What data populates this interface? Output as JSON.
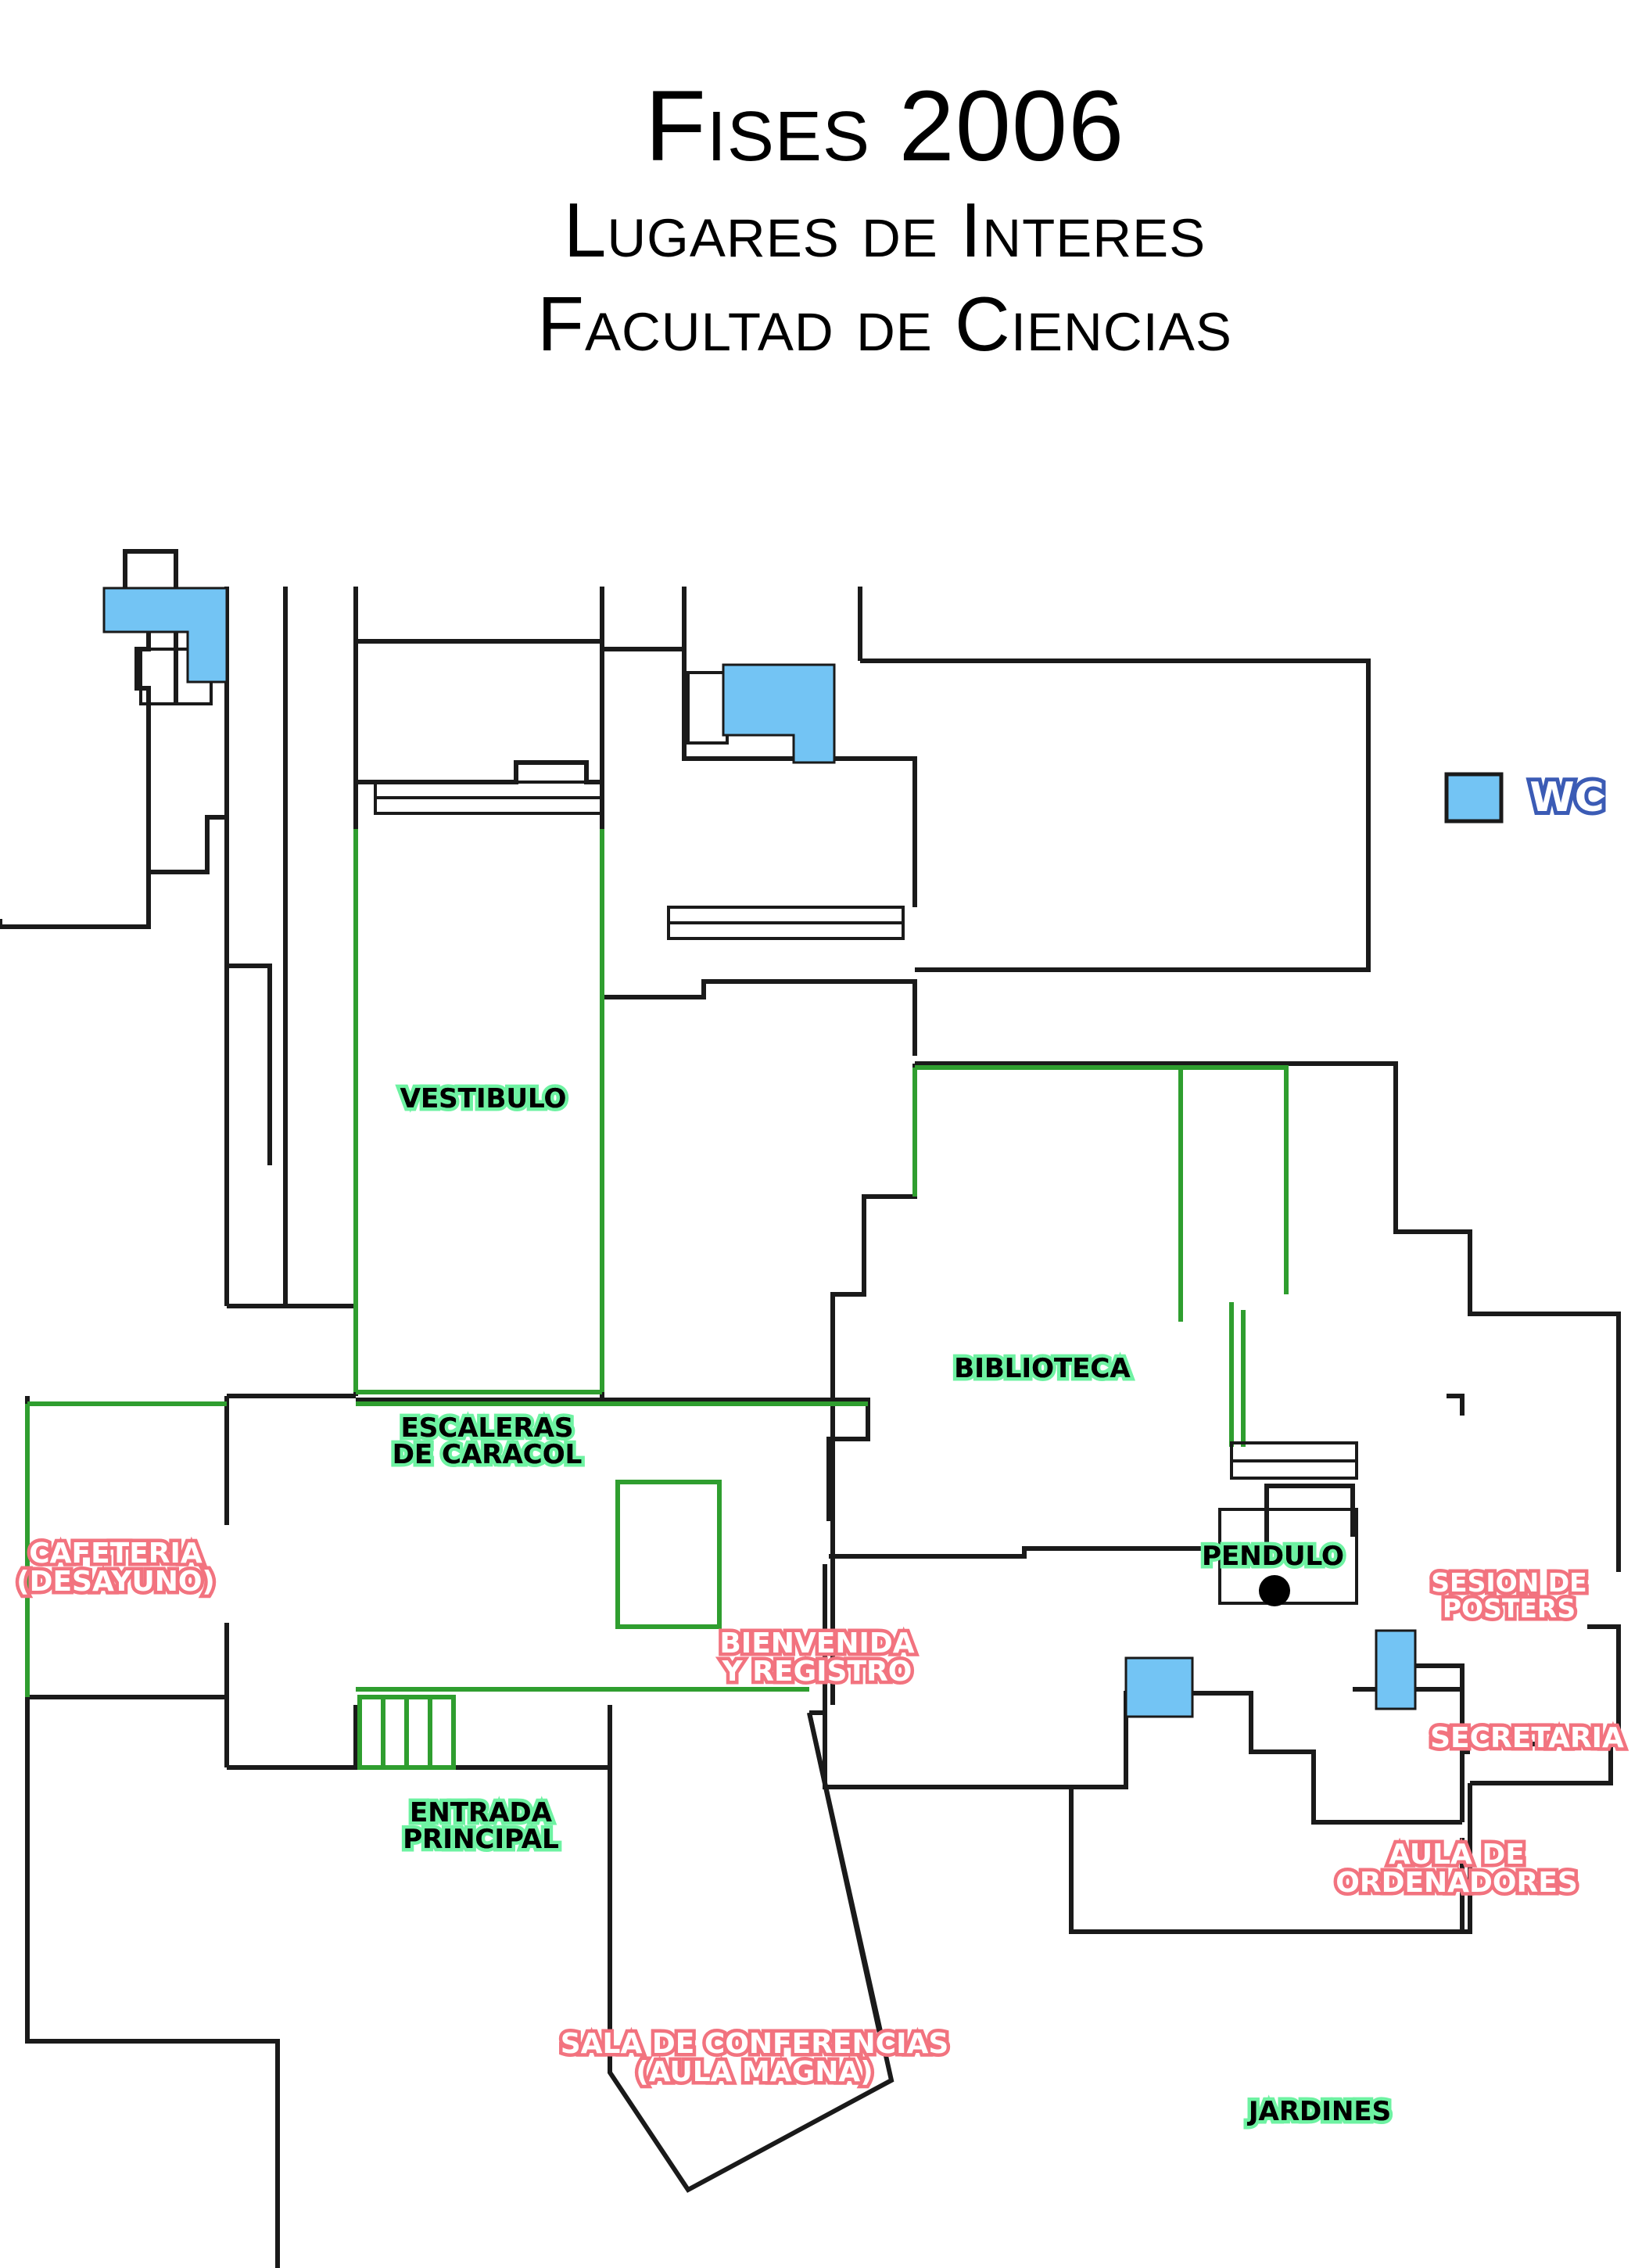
{
  "title": {
    "line1": "Fises 2006",
    "line2": "Lugares de Interes",
    "line3": "Facultad de Ciencias"
  },
  "legend": {
    "wc_label": "WC",
    "wc_color": "#73c4f4"
  },
  "colors": {
    "wall": "#1a1a1a",
    "green_wall": "#2f9e2f",
    "wc_fill": "#73c4f4",
    "green_label_outline": "#6ef2a2",
    "red_label_outline": "#f2737f"
  },
  "labels": {
    "vestibulo": "VESTIBULO",
    "escaleras_1": "ESCALERAS",
    "escaleras_2": "DE CARACOL",
    "cafeteria_1": "CAFETERIA",
    "cafeteria_2": "(DESAYUNO)",
    "biblioteca": "BIBLIOTECA",
    "pendulo": "PENDULO",
    "sesion_1": "SESION DE",
    "sesion_2": "POSTERS",
    "bienvenida_1": "BIENVENIDA",
    "bienvenida_2": "Y REGISTRO",
    "secretaria": "SECRETARIA",
    "entrada_1": "ENTRADA",
    "entrada_2": "PRINCIPAL",
    "aula_1": "AULA DE",
    "aula_2": "ORDENADORES",
    "sala_1": "SALA DE CONFERENCIAS",
    "sala_2": "(AULA MAGNA)",
    "jardines": "JARDINES"
  }
}
